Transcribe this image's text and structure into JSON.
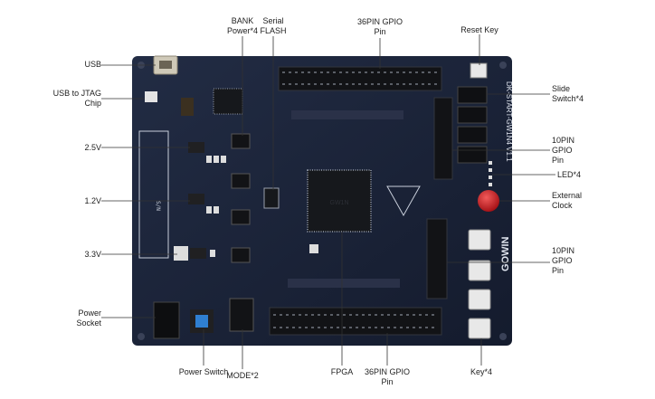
{
  "labels": {
    "usb": "USB",
    "usb_to_jtag": "USB to JTAG\nChip",
    "v25": "2.5V",
    "v12": "1.2V",
    "v33": "3.3V",
    "power_socket": "Power\nSocket",
    "power_switch": "Power Switch",
    "mode": "MODE*2",
    "fpga": "FPGA",
    "gpio36_bottom": "36PIN GPIO\nPin",
    "key": "Key*4",
    "bank_power": "BANK\nPower*4",
    "serial_flash": "Serial\nFLASH",
    "gpio36_top": "36PIN GPIO\nPin",
    "reset_key": "Reset Key",
    "slide_switch": "Slide\nSwitch*4",
    "gpio10_top": "10PIN\nGPIO\nPin",
    "led": "LED*4",
    "external_clock": "External\nClock",
    "gpio10_bottom": "10PIN\nGPIO\nPin"
  },
  "board": {
    "brand": "GOWIN",
    "model": "DK-START-GW1N4 V1.1"
  },
  "colors": {
    "pcb": "#1a2338",
    "pcb_dark": "#0e1424",
    "silk": "#dfe4ee",
    "chip": "#16181c",
    "header": "#121316",
    "crystal": "#c4141a",
    "button": "#e8e8e8",
    "switch_blue": "#2f7fd0",
    "leader": "#333333"
  }
}
